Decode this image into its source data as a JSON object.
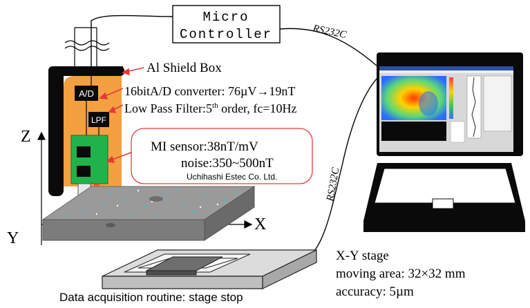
{
  "controller": {
    "line1": "Micro",
    "line2": "Controller"
  },
  "links": {
    "rs232c_top": "RS232C",
    "rs232c_side": "RS232C"
  },
  "shield": {
    "label": "Al Shield Box",
    "adc_box": "A/D",
    "lpf_box": "LPF"
  },
  "specs": {
    "adc": "16bitA/D converter: 76µV→19nT",
    "lpf_prefix": "Low Pass Filter:5",
    "lpf_sup": "th",
    "lpf_suffix": " order, fc=10Hz"
  },
  "sensor": {
    "line1": "MI sensor:38nT/mV",
    "line2": "noise:350~500nT",
    "maker": "Uchihashi Estec Co. Ltd."
  },
  "axes": {
    "z": "Z",
    "y": "Y",
    "x": "X"
  },
  "stage": {
    "title": "X-Y stage",
    "area": "moving area: 32×32 mm",
    "accuracy": "accuracy: 5µm"
  },
  "caption": "Data acquisition routine: stage stop",
  "colors": {
    "shield_black": "#0a0a0a",
    "shield_orange": "#f5a040",
    "sensor_green": "#22b24c",
    "callout_red": "#e53a3a",
    "specimen_gray": "#9a9a9a"
  }
}
